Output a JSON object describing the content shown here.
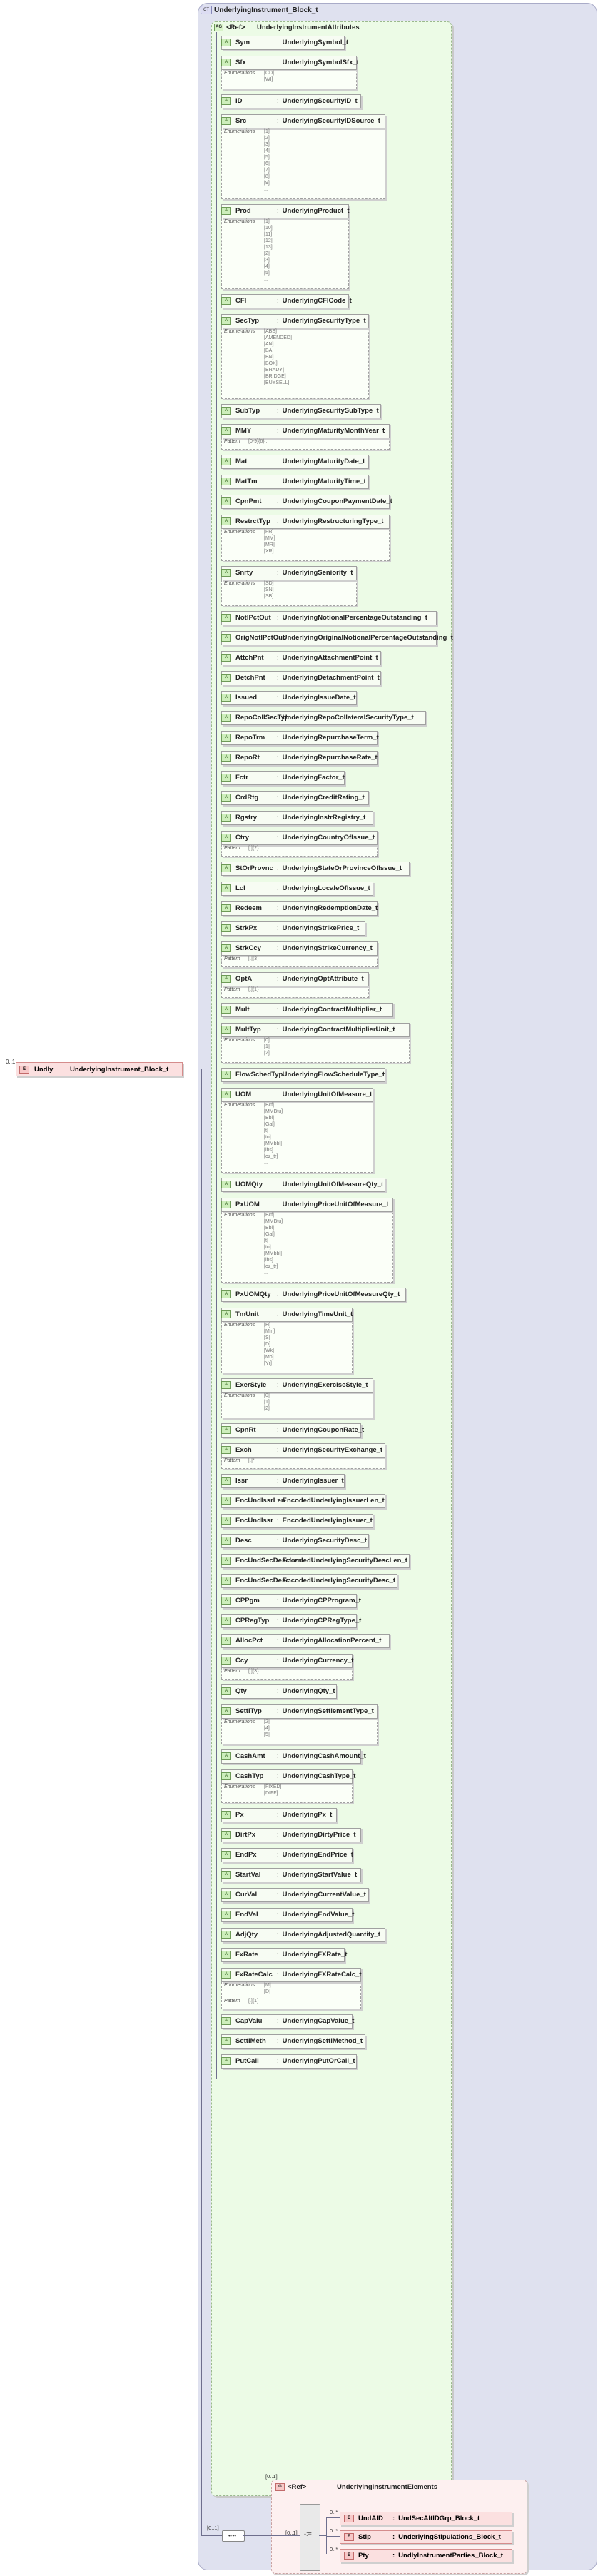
{
  "complex_type": {
    "badge": "CT",
    "title": "UnderlyingInstrument_Block_t"
  },
  "root_element": {
    "cardinality": "0..1",
    "name": "Undly",
    "type": "UnderlyingInstrument_Block_t"
  },
  "attribute_group": {
    "ref_label": "<Ref>",
    "name": "UnderlyingInstrumentAttributes"
  },
  "labels": {
    "enumerations": "Enumerations",
    "pattern": "Pattern"
  },
  "attributes": [
    {
      "name": "Sym",
      "type": "UnderlyingSymbol_t"
    },
    {
      "name": "Sfx",
      "type": "UnderlyingSymbolSfx_t",
      "enums": [
        "[CD]",
        "[WI]"
      ]
    },
    {
      "name": "ID",
      "type": "UnderlyingSecurityID_t"
    },
    {
      "name": "Src",
      "type": "UnderlyingSecurityIDSource_t",
      "enums": [
        "[1]",
        "[2]",
        "[3]",
        "[4]",
        "[5]",
        "[6]",
        "[7]",
        "[8]",
        "[9]",
        "..."
      ]
    },
    {
      "name": "Prod",
      "type": "UnderlyingProduct_t",
      "enums": [
        "[1]",
        "[10]",
        "[11]",
        "[12]",
        "[13]",
        "[2]",
        "[3]",
        "[4]",
        "[5]",
        "..."
      ]
    },
    {
      "name": "CFI",
      "type": "UnderlyingCFICode_t"
    },
    {
      "name": "SecTyp",
      "type": "UnderlyingSecurityType_t",
      "enums": [
        "[ABS]",
        "[AMENDED]",
        "[AN]",
        "[BA]",
        "[BN]",
        "[BOX]",
        "[BRADY]",
        "[BRIDGE]",
        "[BUYSELL]",
        "..."
      ]
    },
    {
      "name": "SubTyp",
      "type": "UnderlyingSecuritySubType_t"
    },
    {
      "name": "MMY",
      "type": "UnderlyingMaturityMonthYear_t",
      "pattern": "[0-9]{6}..."
    },
    {
      "name": "Mat",
      "type": "UnderlyingMaturityDate_t"
    },
    {
      "name": "MatTm",
      "type": "UnderlyingMaturityTime_t"
    },
    {
      "name": "CpnPmt",
      "type": "UnderlyingCouponPaymentDate_t"
    },
    {
      "name": "RestrctTyp",
      "type": "UnderlyingRestructuringType_t",
      "enums": [
        "[FR]",
        "[MM]",
        "[MR]",
        "[XR]"
      ]
    },
    {
      "name": "Snrty",
      "type": "UnderlyingSeniority_t",
      "enums": [
        "[SD]",
        "[SN]",
        "[SB]"
      ]
    },
    {
      "name": "NotlPctOut",
      "type": "UnderlyingNotionalPercentageOutstanding_t"
    },
    {
      "name": "OrigNotlPctOut",
      "type": "UnderlyingOriginalNotionalPercentageOutstanding_t"
    },
    {
      "name": "AttchPnt",
      "type": "UnderlyingAttachmentPoint_t"
    },
    {
      "name": "DetchPnt",
      "type": "UnderlyingDetachmentPoint_t"
    },
    {
      "name": "Issued",
      "type": "UnderlyingIssueDate_t"
    },
    {
      "name": "RepoCollSecTyp",
      "type": "UnderlyingRepoCollateralSecurityType_t"
    },
    {
      "name": "RepoTrm",
      "type": "UnderlyingRepurchaseTerm_t"
    },
    {
      "name": "RepoRt",
      "type": "UnderlyingRepurchaseRate_t"
    },
    {
      "name": "Fctr",
      "type": "UnderlyingFactor_t"
    },
    {
      "name": "CrdRtg",
      "type": "UnderlyingCreditRating_t"
    },
    {
      "name": "Rgstry",
      "type": "UnderlyingInstrRegistry_t"
    },
    {
      "name": "Ctry",
      "type": "UnderlyingCountryOfIssue_t",
      "pattern": "[.]{2}"
    },
    {
      "name": "StOrProvnc",
      "type": "UnderlyingStateOrProvinceOfIssue_t"
    },
    {
      "name": "Lcl",
      "type": "UnderlyingLocaleOfIssue_t"
    },
    {
      "name": "Redeem",
      "type": "UnderlyingRedemptionDate_t"
    },
    {
      "name": "StrkPx",
      "type": "UnderlyingStrikePrice_t"
    },
    {
      "name": "StrkCcy",
      "type": "UnderlyingStrikeCurrency_t",
      "pattern": "[.]{3}"
    },
    {
      "name": "OptA",
      "type": "UnderlyingOptAttribute_t",
      "pattern": "[.]{1}"
    },
    {
      "name": "Mult",
      "type": "UnderlyingContractMultiplier_t"
    },
    {
      "name": "MultTyp",
      "type": "UnderlyingContractMultiplierUnit_t",
      "enums": [
        "[0]",
        "[1]",
        "[2]"
      ]
    },
    {
      "name": "FlowSchedTyp",
      "type": "UnderlyingFlowScheduleType_t"
    },
    {
      "name": "UOM",
      "type": "UnderlyingUnitOfMeasure_t",
      "enums": [
        "[Bcf]",
        "[MMBtu]",
        "[Bbl]",
        "[Gal]",
        "[t]",
        "[tn]",
        "[MMbbl]",
        "[lbs]",
        "[oz_tr]",
        "..."
      ]
    },
    {
      "name": "UOMQty",
      "type": "UnderlyingUnitOfMeasureQty_t"
    },
    {
      "name": "PxUOM",
      "type": "UnderlyingPriceUnitOfMeasure_t",
      "enums": [
        "[Bcf]",
        "[MMBtu]",
        "[Bbl]",
        "[Gal]",
        "[t]",
        "[tn]",
        "[MMbbl]",
        "[lbs]",
        "[oz_tr]",
        "..."
      ]
    },
    {
      "name": "PxUOMQty",
      "type": "UnderlyingPriceUnitOfMeasureQty_t"
    },
    {
      "name": "TmUnit",
      "type": "UnderlyingTimeUnit_t",
      "enums": [
        "[H]",
        "[Min]",
        "[S]",
        "[D]",
        "[Wk]",
        "[Mo]",
        "[Yr]"
      ]
    },
    {
      "name": "ExerStyle",
      "type": "UnderlyingExerciseStyle_t",
      "enums": [
        "[0]",
        "[1]",
        "[2]"
      ]
    },
    {
      "name": "CpnRt",
      "type": "UnderlyingCouponRate_t"
    },
    {
      "name": "Exch",
      "type": "UnderlyingSecurityExchange_t",
      "pattern": "[.]*"
    },
    {
      "name": "Issr",
      "type": "UnderlyingIssuer_t"
    },
    {
      "name": "EncUndIssrLen",
      "type": "EncodedUnderlyingIssuerLen_t"
    },
    {
      "name": "EncUndIssr",
      "type": "EncodedUnderlyingIssuer_t"
    },
    {
      "name": "Desc",
      "type": "UnderlyingSecurityDesc_t"
    },
    {
      "name": "EncUndSecDescLen",
      "type": "EncodedUnderlyingSecurityDescLen_t"
    },
    {
      "name": "EncUndSecDesc",
      "type": "EncodedUnderlyingSecurityDesc_t"
    },
    {
      "name": "CPPgm",
      "type": "UnderlyingCPProgram_t"
    },
    {
      "name": "CPRegTyp",
      "type": "UnderlyingCPRegType_t"
    },
    {
      "name": "AllocPct",
      "type": "UnderlyingAllocationPercent_t"
    },
    {
      "name": "Ccy",
      "type": "UnderlyingCurrency_t",
      "pattern": "[.]{3}"
    },
    {
      "name": "Qty",
      "type": "UnderlyingQty_t"
    },
    {
      "name": "SettlTyp",
      "type": "UnderlyingSettlementType_t",
      "enums": [
        "[2]",
        "[4]",
        "[5]"
      ]
    },
    {
      "name": "CashAmt",
      "type": "UnderlyingCashAmount_t"
    },
    {
      "name": "CashTyp",
      "type": "UnderlyingCashType_t",
      "enums": [
        "[FIXED]",
        "[DIFF]"
      ]
    },
    {
      "name": "Px",
      "type": "UnderlyingPx_t"
    },
    {
      "name": "DirtPx",
      "type": "UnderlyingDirtyPrice_t"
    },
    {
      "name": "EndPx",
      "type": "UnderlyingEndPrice_t"
    },
    {
      "name": "StartVal",
      "type": "UnderlyingStartValue_t"
    },
    {
      "name": "CurVal",
      "type": "UnderlyingCurrentValue_t"
    },
    {
      "name": "EndVal",
      "type": "UnderlyingEndValue_t"
    },
    {
      "name": "AdjQty",
      "type": "UnderlyingAdjustedQuantity_t"
    },
    {
      "name": "FxRate",
      "type": "UnderlyingFXRate_t"
    },
    {
      "name": "FxRateCalc",
      "type": "UnderlyingFXRateCalc_t",
      "enums": [
        "[M]",
        "[D]"
      ],
      "pattern": "[.]{1}"
    },
    {
      "name": "CapValu",
      "type": "UnderlyingCapValue_t"
    },
    {
      "name": "SettlMeth",
      "type": "UnderlyingSettlMethod_t"
    },
    {
      "name": "PutCall",
      "type": "UnderlyingPutOrCall_t"
    }
  ],
  "element_group": {
    "cardinality": "[0..1]",
    "ref_label": "<Ref>",
    "name": "UnderlyingInstrumentElements"
  },
  "sequence": {
    "cardinality": "[0..1]"
  },
  "compositor": {
    "cardinality": "[0..1]"
  },
  "elements": [
    {
      "cardinality": "0..*",
      "name": "UndAID",
      "type": "UndSecAltIDGrp_Block_t"
    },
    {
      "cardinality": "0..*",
      "name": "Stip",
      "type": "UnderlyingStipulations_Block_t"
    },
    {
      "cardinality": "0..*",
      "name": "Pty",
      "type": "UndlyInstrumentParties_Block_t"
    }
  ]
}
